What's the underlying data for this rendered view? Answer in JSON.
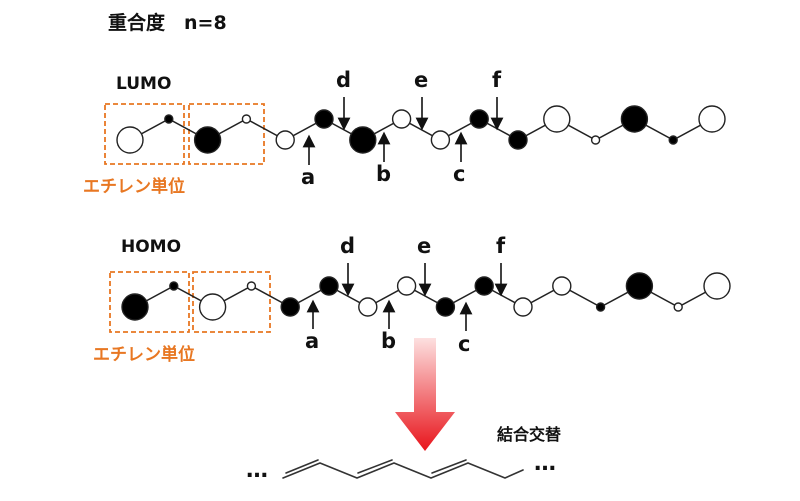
{
  "title": "重合度　n=8",
  "lumo": {
    "label": "LUMO",
    "unit_label": "エチレン単位",
    "atoms": [
      {
        "color": "white",
        "size": "large"
      },
      {
        "color": "black",
        "size": "small"
      },
      {
        "color": "black",
        "size": "large"
      },
      {
        "color": "white",
        "size": "small"
      },
      {
        "color": "white",
        "size": "medium"
      },
      {
        "color": "black",
        "size": "medium"
      },
      {
        "color": "black",
        "size": "large"
      },
      {
        "color": "white",
        "size": "medium"
      },
      {
        "color": "white",
        "size": "medium"
      },
      {
        "color": "black",
        "size": "medium"
      },
      {
        "color": "black",
        "size": "medium"
      },
      {
        "color": "white",
        "size": "large"
      },
      {
        "color": "white",
        "size": "small"
      },
      {
        "color": "black",
        "size": "large"
      },
      {
        "color": "black",
        "size": "small"
      },
      {
        "color": "white",
        "size": "large"
      }
    ],
    "arrows_above": [
      "d",
      "e",
      "f"
    ],
    "arrows_below": [
      "a",
      "b",
      "c"
    ]
  },
  "homo": {
    "label": "HOMO",
    "unit_label": "エチレン単位",
    "atoms": [
      {
        "color": "black",
        "size": "large"
      },
      {
        "color": "black",
        "size": "small"
      },
      {
        "color": "white",
        "size": "large"
      },
      {
        "color": "white",
        "size": "small"
      },
      {
        "color": "black",
        "size": "medium"
      },
      {
        "color": "black",
        "size": "medium"
      },
      {
        "color": "white",
        "size": "medium"
      },
      {
        "color": "white",
        "size": "medium"
      },
      {
        "color": "black",
        "size": "medium"
      },
      {
        "color": "black",
        "size": "medium"
      },
      {
        "color": "white",
        "size": "medium"
      },
      {
        "color": "white",
        "size": "medium"
      },
      {
        "color": "black",
        "size": "small"
      },
      {
        "color": "black",
        "size": "large"
      },
      {
        "color": "white",
        "size": "small"
      },
      {
        "color": "white",
        "size": "large"
      }
    ],
    "arrows_above": [
      "d",
      "e",
      "f"
    ],
    "arrows_below": [
      "a",
      "b",
      "c"
    ]
  },
  "bond_alternation_label": "結合交替",
  "ellipsis": "…",
  "colors": {
    "highlight_box": "#e87722",
    "down_arrow_top": "#fde0e0",
    "down_arrow_bottom": "#e8141b",
    "bond": "#222222"
  }
}
